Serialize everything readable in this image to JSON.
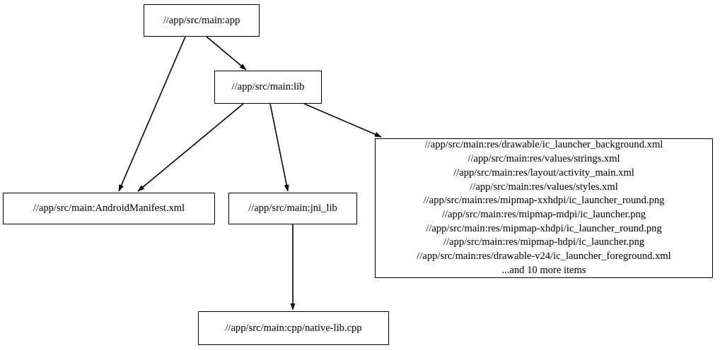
{
  "diagram": {
    "type": "directed-dependency-graph",
    "background_color": "#ffffff",
    "node_border_color": "#000000",
    "edge_color": "#000000",
    "text_color": "#000000"
  },
  "nodes": {
    "app": {
      "id": "app",
      "label": "//app/src/main:app"
    },
    "lib": {
      "id": "lib",
      "label": "//app/src/main:lib"
    },
    "manifest": {
      "id": "manifest",
      "label": "//app/src/main:AndroidManifest.xml"
    },
    "jni_lib": {
      "id": "jni_lib",
      "label": "//app/src/main:jni_lib"
    },
    "native_lib": {
      "id": "native_lib",
      "label": "//app/src/main:cpp/native-lib.cpp"
    },
    "resources": {
      "id": "resources",
      "lines": [
        "//app/src/main:res/drawable/ic_launcher_background.xml",
        "//app/src/main:res/values/strings.xml",
        "//app/src/main:res/layout/activity_main.xml",
        "//app/src/main:res/values/styles.xml",
        "//app/src/main:res/mipmap-xxhdpi/ic_launcher_round.png",
        "//app/src/main:res/mipmap-mdpi/ic_launcher.png",
        "//app/src/main:res/mipmap-xhdpi/ic_launcher_round.png",
        "//app/src/main:res/mipmap-hdpi/ic_launcher.png",
        "//app/src/main:res/drawable-v24/ic_launcher_foreground.xml",
        "...and 10 more items"
      ],
      "label": "//app/src/main:res/drawable/ic_launcher_background.xml\n//app/src/main:res/values/strings.xml\n//app/src/main:res/layout/activity_main.xml\n//app/src/main:res/values/styles.xml\n//app/src/main:res/mipmap-xxhdpi/ic_launcher_round.png\n//app/src/main:res/mipmap-mdpi/ic_launcher.png\n//app/src/main:res/mipmap-xhdpi/ic_launcher_round.png\n//app/src/main:res/mipmap-hdpi/ic_launcher.png\n//app/src/main:res/drawable-v24/ic_launcher_foreground.xml\n...and 10 more items"
    }
  },
  "edges": [
    {
      "id": "app-to-lib",
      "from": "app",
      "to": "lib"
    },
    {
      "id": "app-to-manifest",
      "from": "app",
      "to": "manifest"
    },
    {
      "id": "lib-to-manifest",
      "from": "lib",
      "to": "manifest"
    },
    {
      "id": "lib-to-jni_lib",
      "from": "lib",
      "to": "jni_lib"
    },
    {
      "id": "lib-to-resources",
      "from": "lib",
      "to": "resources"
    },
    {
      "id": "jni_lib-to-native_lib",
      "from": "jni_lib",
      "to": "native_lib"
    }
  ]
}
